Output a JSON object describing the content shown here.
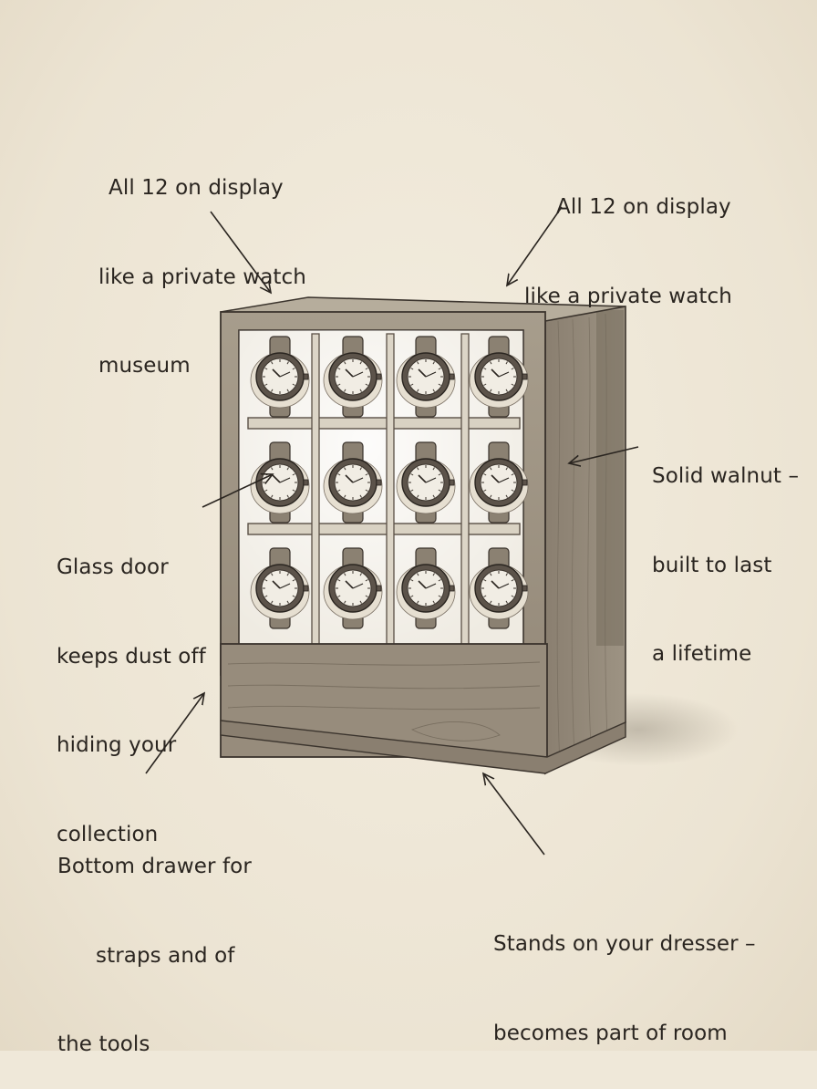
{
  "annotations": {
    "top_left": {
      "lines": [
        "All 12 on display",
        "like a private watch",
        "museum"
      ]
    },
    "top_right": {
      "lines": [
        "All 12 on display",
        "like a private watch"
      ]
    },
    "right": {
      "lines": [
        "Solid walnut –",
        "built to last",
        "a lifetime"
      ]
    },
    "left": {
      "lines": [
        "Glass door",
        "keeps dust off",
        "hiding your",
        "collection"
      ]
    },
    "bottom_left": {
      "lines": [
        "Bottom drawer for",
        "straps and of",
        "the tools"
      ]
    },
    "bottom_right": {
      "lines": [
        "Stands on your dresser –",
        "becomes part of room"
      ]
    }
  },
  "cabinet": {
    "watch_count": 12,
    "rows": 3,
    "columns": 4
  },
  "colors": {
    "paper": "#efe8d9",
    "ink": "#2a2520",
    "wood": "#8f8576",
    "glass": "#f4f1ea"
  },
  "icons": {
    "arrow": "arrow-icon",
    "watch": "watch-icon"
  }
}
